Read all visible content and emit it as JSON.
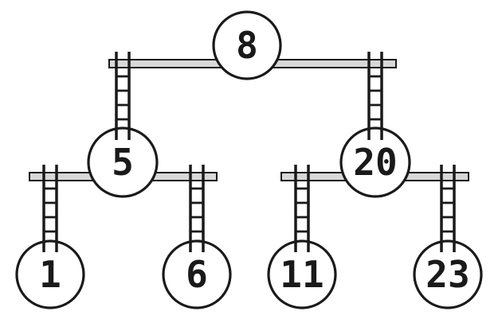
{
  "figure": {
    "description": "Binary tree drawn as a hanging mobile: circles joined by beams and ladder hangers",
    "colors": {
      "stroke": "#1a1a1a",
      "beam_fill": "#d8d8d8",
      "node_fill": "#ffffff",
      "background": "#ffffff"
    },
    "tree": {
      "root": "8",
      "children": {
        "8": [
          "5",
          "20"
        ],
        "5": [
          "1",
          "6"
        ],
        "20": [
          "11",
          "23"
        ]
      }
    },
    "nodes": [
      {
        "value": "8"
      },
      {
        "value": "5"
      },
      {
        "value": "20"
      },
      {
        "value": "1"
      },
      {
        "value": "6"
      },
      {
        "value": "11"
      },
      {
        "value": "23"
      }
    ]
  }
}
